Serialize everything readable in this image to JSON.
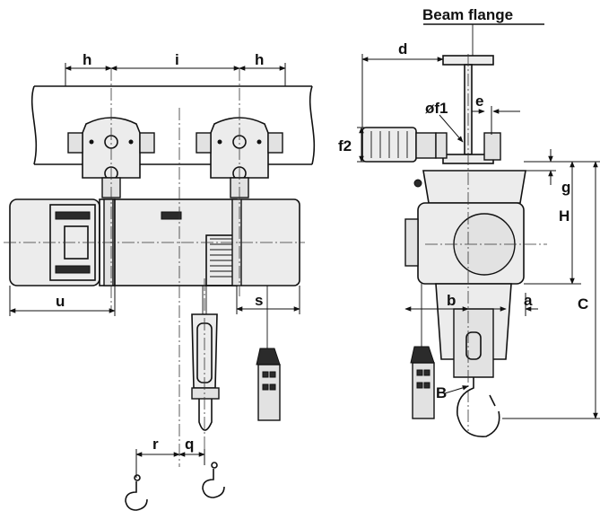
{
  "title": "Beam flange",
  "dimensions": {
    "h_left": "h",
    "i": "i",
    "h_right": "h",
    "u": "u",
    "s": "s",
    "r": "r",
    "q": "q",
    "d": "d",
    "f1": "øf1",
    "e": "e",
    "f2": "f2",
    "g": "g",
    "H": "H",
    "b": "b",
    "a": "a",
    "C": "C",
    "B": "B"
  }
}
